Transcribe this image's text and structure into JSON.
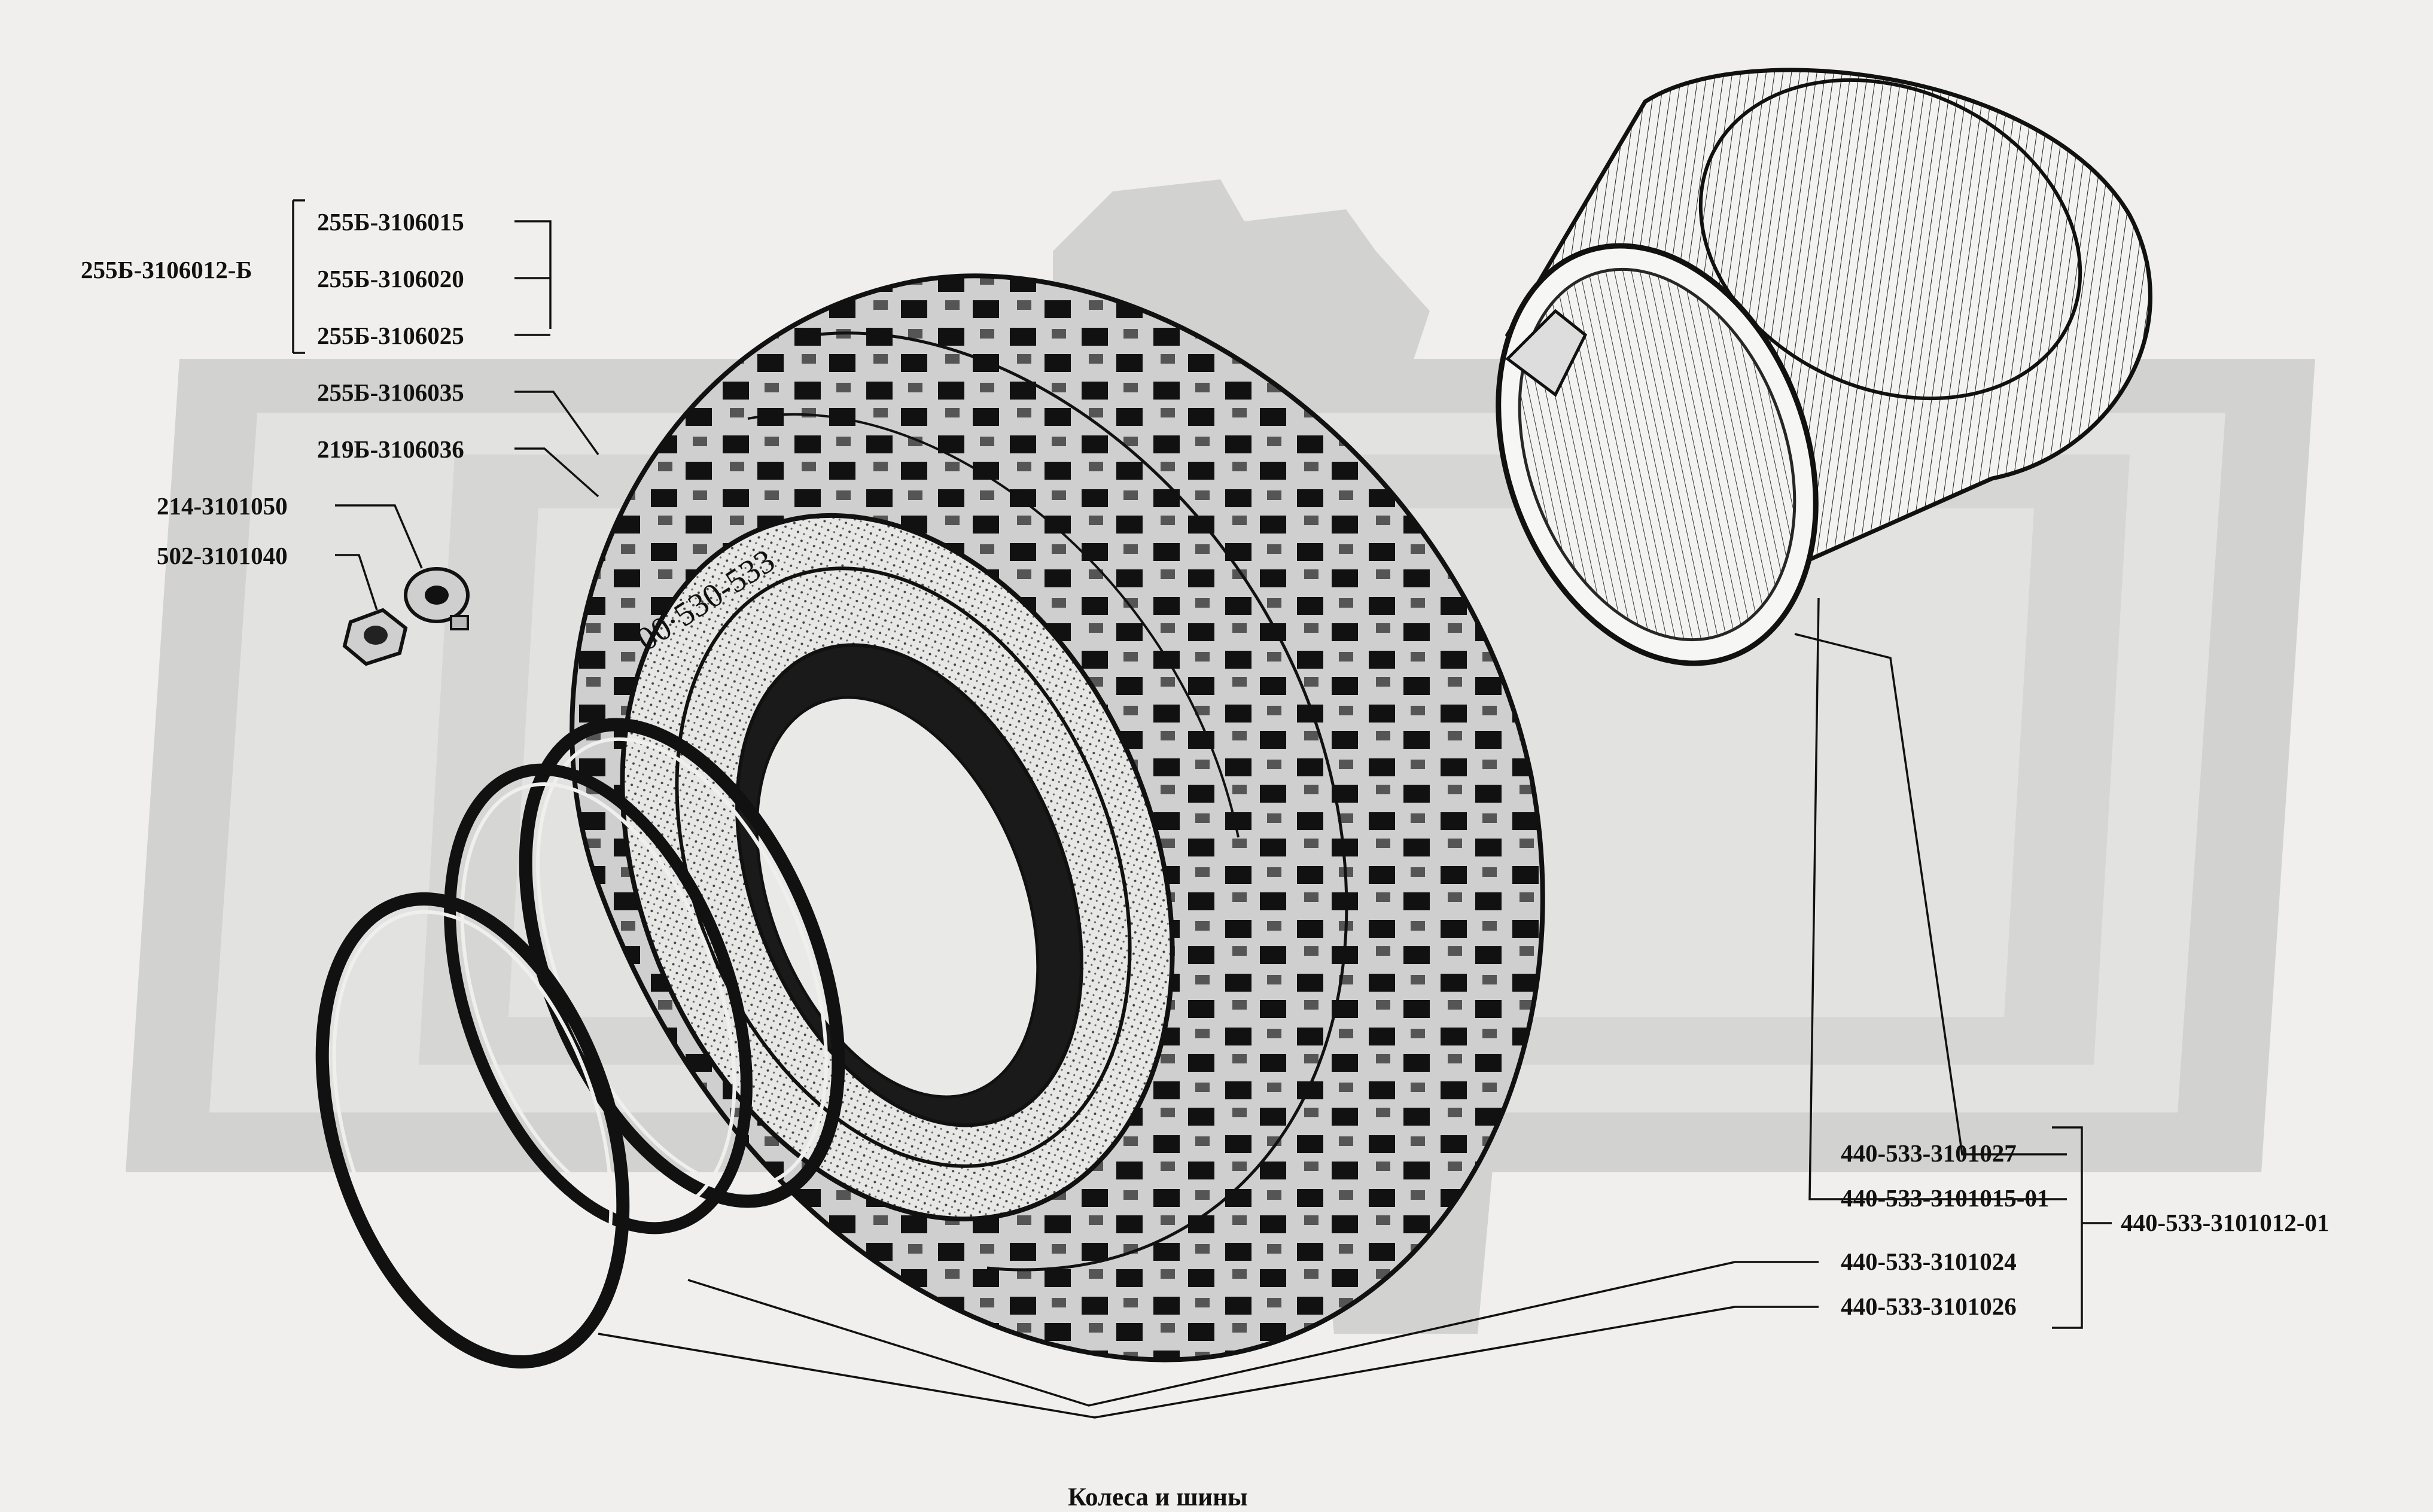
{
  "diagram": {
    "caption": "Колеса и шины",
    "tire_marking": "00·530-533",
    "labels": {
      "tire_assembly": "255Б-3106012-Б",
      "tire_part_1": "255Б-3106015",
      "tire_part_2": "255Б-3106020",
      "tire_part_3": "255Б-3106025",
      "flap": "255Б-3106035",
      "valve": "219Б-3106036",
      "valve_nut": "214-3101050",
      "wheel_nut": "502-3101040",
      "rim_ring_small": "440-533-3101027",
      "rim_body": "440-533-3101015-01",
      "wheel_assembly": "440-533-3101012-01",
      "side_ring": "440-533-3101024",
      "lock_ring": "440-533-3101026"
    }
  }
}
